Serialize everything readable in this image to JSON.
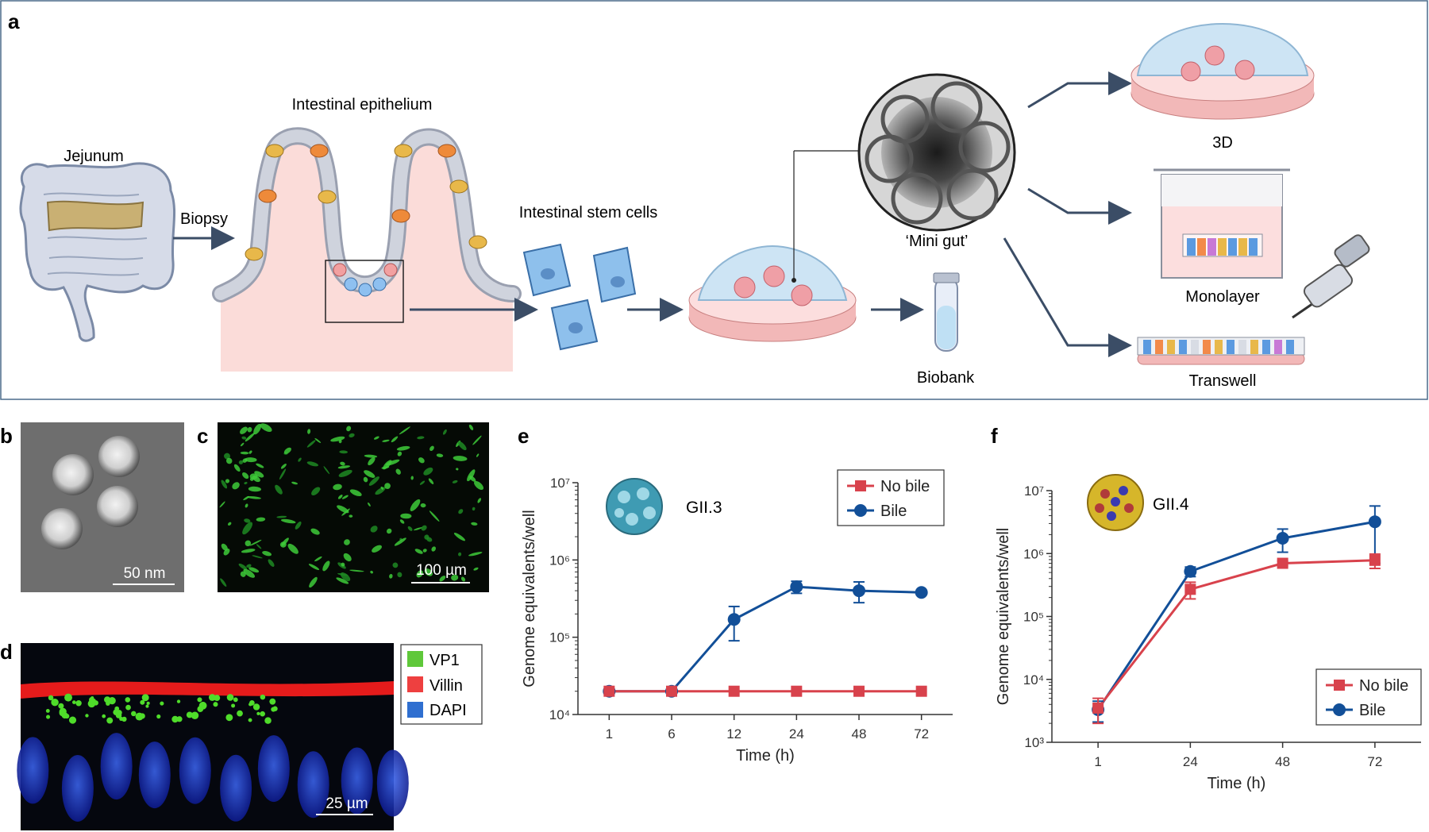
{
  "panel_a": {
    "letter": "a",
    "jejunum_label": "Jejunum",
    "biopsy_label": "Biopsy",
    "epithelium_label": "Intestinal epithelium",
    "stem_cells_label": "Intestinal stem cells",
    "mini_gut_label": "‘Mini gut’",
    "biobank_label": "Biobank",
    "format_3d_label": "3D",
    "monolayer_label": "Monolayer",
    "transwell_label": "Transwell"
  },
  "panel_b": {
    "letter": "b",
    "scale": "50 nm"
  },
  "panel_c": {
    "letter": "c",
    "scale": "100 µm"
  },
  "panel_d": {
    "letter": "d",
    "scale": "25 µm",
    "legend": [
      {
        "label": "VP1",
        "color": "#5fc83a"
      },
      {
        "label": "Villin",
        "color": "#ee4040"
      },
      {
        "label": "DAPI",
        "color": "#2f6fd0"
      }
    ]
  },
  "colors": {
    "blue_series": "#124f98",
    "red_series": "#d8424c",
    "frame": "#4a6a8a"
  },
  "chart_data": [
    {
      "type": "line",
      "panel": "e",
      "annotation": "GII.3",
      "categories": [
        "1",
        "6",
        "12",
        "24",
        "48",
        "72"
      ],
      "xlabel": "Time (h)",
      "ylabel": "Genome equivalents/well",
      "y_scale": "log",
      "ylim": [
        10000,
        10000000
      ],
      "y_tick_labels": [
        "10⁴",
        "10⁵",
        "10⁶",
        "10⁷"
      ],
      "legend_position": "top-right",
      "series": [
        {
          "name": "No bile",
          "marker": "square",
          "color": "#d8424c",
          "values": [
            20000,
            20000,
            20000,
            20000,
            20000,
            20000
          ],
          "error": [
            0,
            0,
            0,
            0,
            0,
            0
          ]
        },
        {
          "name": "Bile",
          "marker": "circle",
          "color": "#124f98",
          "values": [
            20000,
            20000,
            170000,
            450000,
            400000,
            380000
          ],
          "error": [
            0,
            0,
            80000,
            80000,
            120000,
            0
          ]
        }
      ]
    },
    {
      "type": "line",
      "panel": "f",
      "annotation": "GII.4",
      "categories": [
        "1",
        "24",
        "48",
        "72"
      ],
      "xlabel": "Time (h)",
      "ylabel": "Genome equivalents/well",
      "y_scale": "log",
      "ylim": [
        1000,
        10000000
      ],
      "y_tick_labels": [
        "10³",
        "10⁴",
        "10⁵",
        "10⁶",
        "10⁷"
      ],
      "legend_position": "bottom-right",
      "series": [
        {
          "name": "No bile",
          "marker": "square",
          "color": "#d8424c",
          "values": [
            3500,
            270000,
            700000,
            780000
          ],
          "error": [
            1500,
            80000,
            60000,
            200000
          ]
        },
        {
          "name": "Bile",
          "marker": "circle",
          "color": "#124f98",
          "values": [
            3300,
            520000,
            1750000,
            3200000
          ],
          "error": [
            1200,
            90000,
            700000,
            2500000
          ]
        }
      ]
    }
  ]
}
